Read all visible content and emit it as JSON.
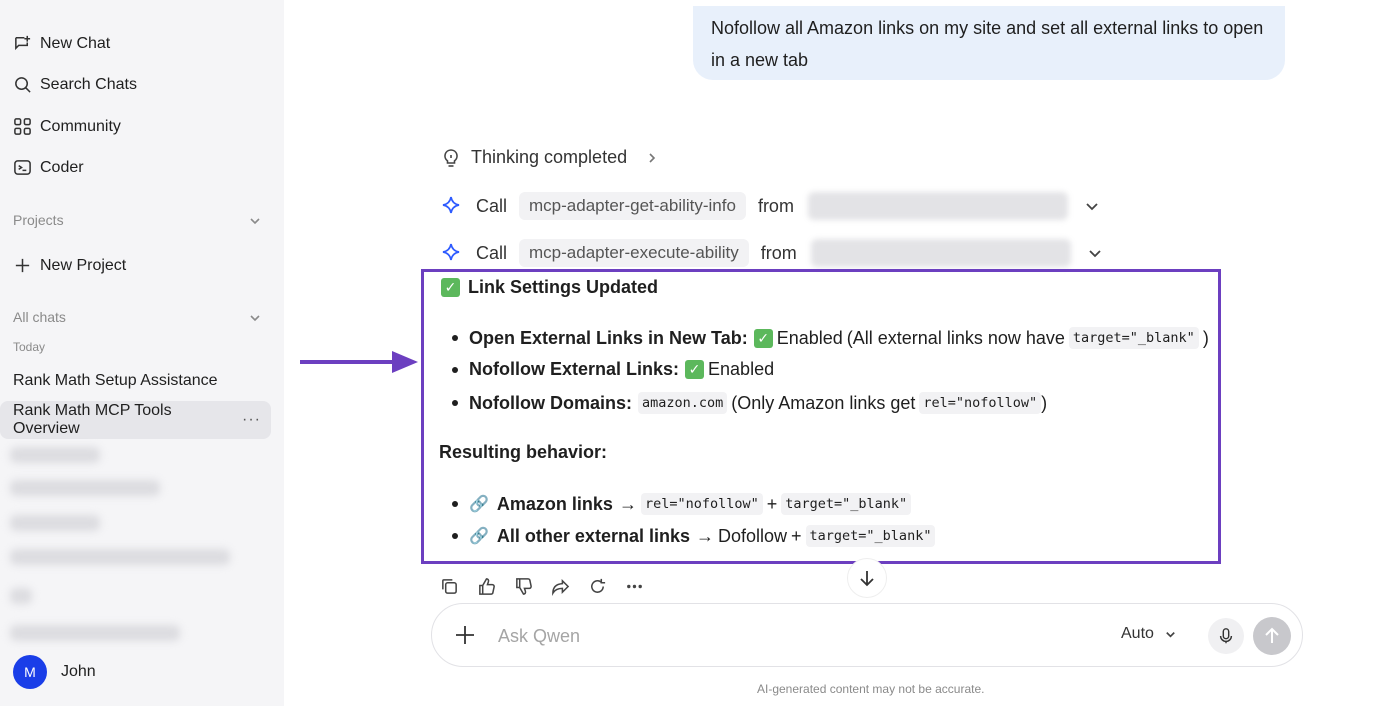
{
  "sidebar": {
    "nav": {
      "new_chat": "New Chat",
      "search_chats": "Search Chats",
      "community": "Community",
      "coder": "Coder"
    },
    "projects_label": "Projects",
    "new_project": "New Project",
    "all_chats_label": "All chats",
    "today_label": "Today",
    "chats": [
      "Rank Math Setup Assistance",
      "Rank Math MCP Tools Overview"
    ],
    "more_glyph": "···",
    "user": {
      "initial": "M",
      "name": "John"
    }
  },
  "conversation": {
    "user_message": "Nofollow all Amazon links on my site and set all external links to open in a new tab",
    "thinking": "Thinking completed",
    "calls": [
      {
        "verb": "Call",
        "tool": "mcp-adapter-get-ability-info",
        "from": "from"
      },
      {
        "verb": "Call",
        "tool": "mcp-adapter-execute-ability",
        "from": "from"
      }
    ],
    "result": {
      "title": "Link Settings Updated",
      "bullets": [
        {
          "label": "Open External Links in New Tab:",
          "status": "Enabled",
          "paren_open": "(All external links now have",
          "code": "target=\"_blank\"",
          "paren_close": ")"
        },
        {
          "label": "Nofollow External Links:",
          "status": "Enabled"
        },
        {
          "label": "Nofollow Domains:",
          "code": "amazon.com",
          "text": "(Only Amazon links get",
          "code2": "rel=\"nofollow\"",
          "paren_close": ")"
        }
      ],
      "behavior_heading": "Resulting behavior:",
      "behaviors": [
        {
          "label": "Amazon links",
          "arrow": "→",
          "code": "rel=\"nofollow\"",
          "plus": "+",
          "code2": "target=\"_blank\""
        },
        {
          "label": "All other external links",
          "arrow": "→",
          "text": "Dofollow",
          "plus": "+",
          "code2": "target=\"_blank\""
        }
      ]
    }
  },
  "composer": {
    "placeholder": "Ask Qwen",
    "mode": "Auto",
    "disclaimer": "AI-generated content may not be accurate."
  },
  "colors": {
    "highlight_border": "#6c3fc0",
    "accent_blue": "#2e5bff",
    "avatar_bg": "#1a3ee8",
    "check_green": "#5cb85c"
  }
}
